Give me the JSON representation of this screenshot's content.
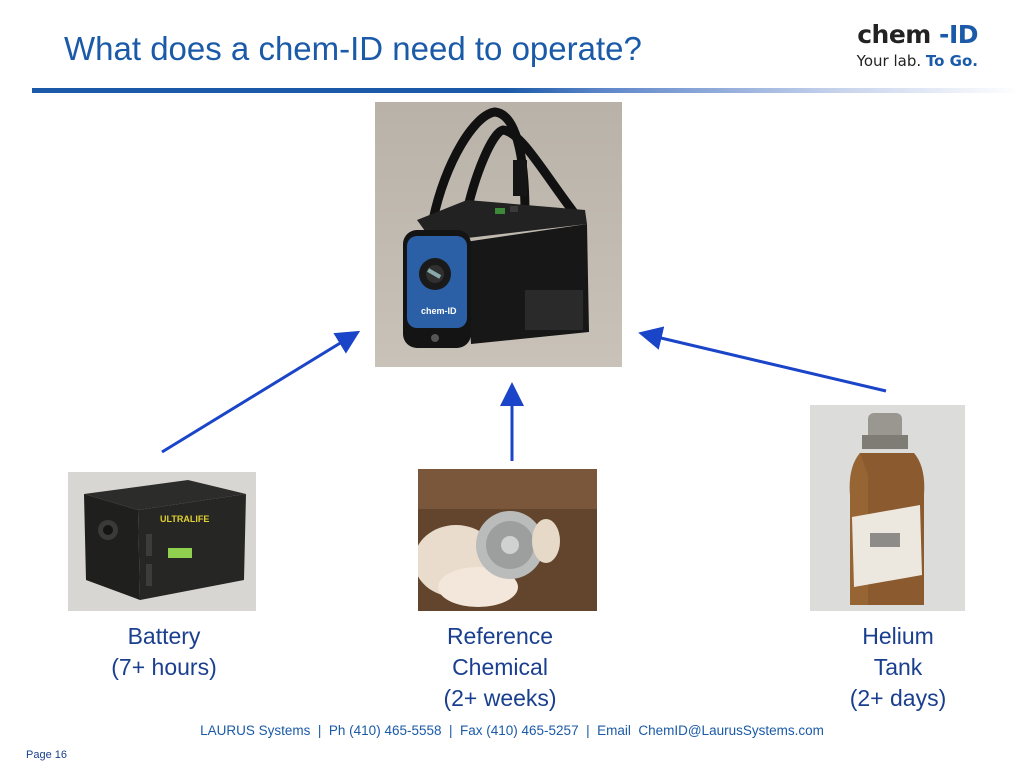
{
  "slide": {
    "title": "What does a chem-ID need to operate?",
    "page_label": "Page 16"
  },
  "logo": {
    "word_prefix": "chem",
    "word_dash": "-",
    "word_suffix": "ID",
    "tagline_prefix": "Your lab.",
    "tagline_emphasis": "To Go."
  },
  "items": {
    "battery": {
      "line1": "Battery",
      "line2": "(7+ hours)",
      "device_label": "ULTRALIFE"
    },
    "reference": {
      "line1": "Reference",
      "line2": "Chemical",
      "line3": "(2+ weeks)"
    },
    "helium": {
      "line1": "Helium",
      "line2": "Tank",
      "line3": "(2+ days)"
    },
    "device": {
      "label": "chem-ID"
    }
  },
  "footer": {
    "text": "LAURUS Systems  |  Ph (410) 465-5558  |  Fax (410) 465-5257  |  Email  ChemID@LaurusSystems.com"
  },
  "colors": {
    "title_blue": "#1a5aa8",
    "arrow_blue": "#1a45c8",
    "caption_blue": "#1a3f8f"
  }
}
